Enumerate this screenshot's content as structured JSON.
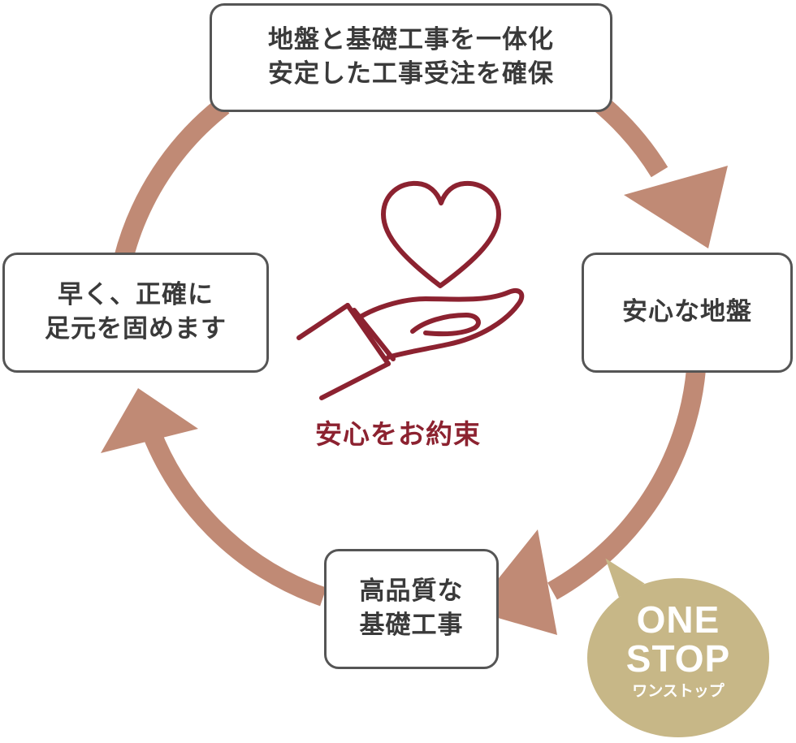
{
  "colors": {
    "cycle_arrow": "#c08a75",
    "box_border": "#555555",
    "box_text": "#3a3a3a",
    "accent": "#8c2230",
    "badge": "#c7b787"
  },
  "cycle": {
    "top_box": {
      "line1": "地盤と基礎工事を一体化",
      "line2": "安定した工事受注を確保"
    },
    "right_box": {
      "line1": "安心な地盤"
    },
    "bottom_box": {
      "line1": "高品質な",
      "line2": "基礎工事"
    },
    "left_box": {
      "line1": "早く、正確に",
      "line2": "足元を固めます"
    }
  },
  "center": {
    "icon": "heart-on-hand-icon",
    "label": "安心をお約束"
  },
  "badge": {
    "line1": "ONE",
    "line2": "STOP",
    "subtitle": "ワンストップ"
  }
}
